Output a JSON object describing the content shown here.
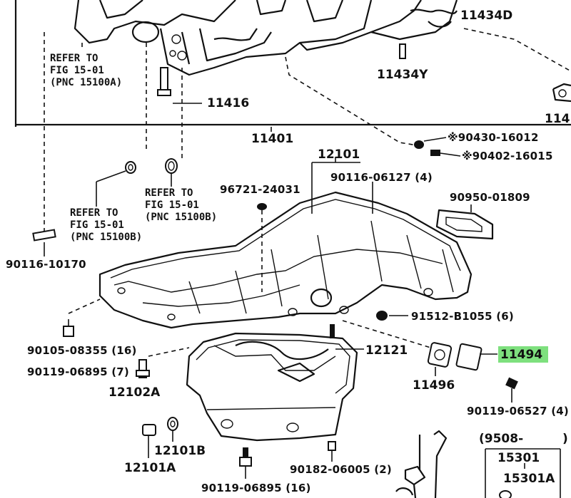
{
  "highlight_color": "#7ee07e",
  "labels": {
    "p11434D": "11434D",
    "p11434Y": "11434Y",
    "p1143_partial": "114",
    "refer1": [
      "REFER TO",
      "FIG 15-01",
      "(PNC 15100A)"
    ],
    "refer2": [
      "REFER TO",
      "FIG 15-01",
      "(PNC 15100B)"
    ],
    "refer3": [
      "REFER TO",
      "FIG 15-01",
      "(PNC 15100B)"
    ],
    "p11416": "11416",
    "p11401": "11401",
    "p90430": "※90430-16012",
    "p90402": "※90402-16015",
    "p12101": "12101",
    "p90116_06127": "90116-06127 (4)",
    "p96721": "96721-24031",
    "p90950": "90950-01809",
    "p90116_10170": "90116-10170",
    "p91512": "91512-B1055 (6)",
    "p90105": "90105-08355 (16)",
    "p12121": "12121",
    "p11494": "11494",
    "p90119_06895_7": "90119-06895 (7)",
    "p11496": "11496",
    "p12102A": "12102A",
    "p90119_06527": "90119-06527 (4)",
    "p9508": "(9508-",
    "p9508_close": ")",
    "p12101B": "12101B",
    "p15301": "15301",
    "p15301A": "15301A",
    "p12101A": "12101A",
    "p90182": "90182-06005 (2)",
    "p90119_06895_16": "90119-06895 (16)"
  }
}
